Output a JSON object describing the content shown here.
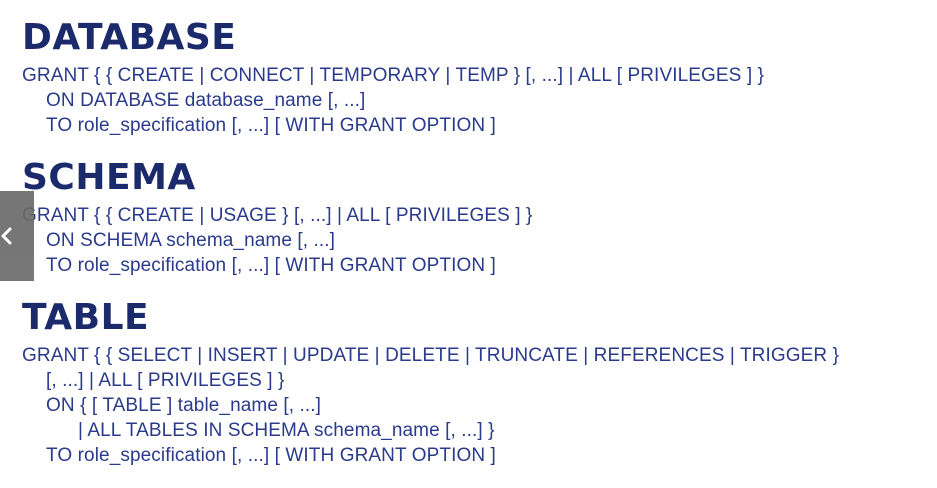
{
  "sections": [
    {
      "heading": "DATABASE",
      "lines": [
        "GRANT { { CREATE | CONNECT | TEMPORARY | TEMP } [, ...] | ALL [ PRIVILEGES ] }",
        "ON DATABASE database_name [, ...]",
        "TO role_specification [, ...] [ WITH GRANT OPTION ]"
      ]
    },
    {
      "heading": "SCHEMA",
      "lines": [
        "GRANT { { CREATE | USAGE } [, ...] | ALL [ PRIVILEGES ] }",
        "ON SCHEMA schema_name [, ...]",
        "TO role_specification [, ...] [ WITH GRANT OPTION ]"
      ]
    },
    {
      "heading": "TABLE",
      "lines": [
        "GRANT { { SELECT | INSERT | UPDATE | DELETE | TRUNCATE | REFERENCES | TRIGGER }",
        "[, ...] | ALL [ PRIVILEGES ] }",
        "ON { [ TABLE ] table_name [, ...]",
        "| ALL TABLES IN SCHEMA schema_name [, ...] }",
        "TO role_specification [, ...] [ WITH GRANT OPTION ]"
      ]
    }
  ],
  "side_toggle": {
    "icon": "chevron-left-icon"
  },
  "colors": {
    "heading": "#1b2a6b",
    "body_text": "#2a3a8c",
    "toggle_bg": "#6b6b6b"
  }
}
